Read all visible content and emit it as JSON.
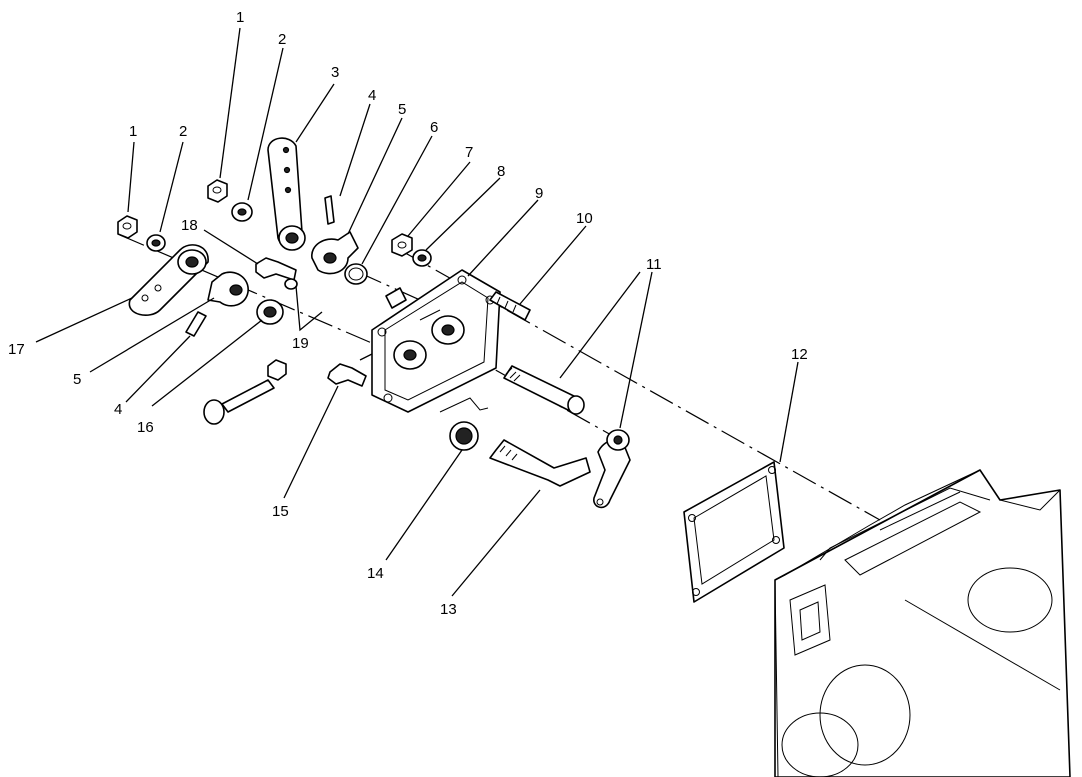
{
  "callouts": {
    "c1a": "1",
    "c1b": "1",
    "c2a": "2",
    "c2b": "2",
    "c3": "3",
    "c4a": "4",
    "c4b": "4",
    "c5a": "5",
    "c5b": "5",
    "c6": "6",
    "c7": "7",
    "c8": "8",
    "c9": "9",
    "c10": "10",
    "c11": "11",
    "c12": "12",
    "c13": "13",
    "c14": "14",
    "c15": "15",
    "c16": "16",
    "c17": "17",
    "c18": "18",
    "c19": "19"
  }
}
